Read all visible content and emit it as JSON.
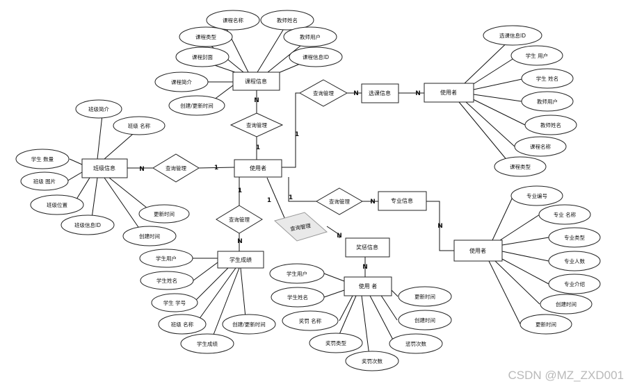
{
  "entities": {
    "course": "课程信息",
    "class": "班级信息",
    "user_center": "使用者",
    "grade": "学生成绩",
    "selection": "选课信息",
    "user_selection": "使用者",
    "major": "专业信息",
    "user_major": "使用者",
    "award": "奖惩信息",
    "user_award": "使用 者"
  },
  "relationships": {
    "course_query": "查询管理",
    "class_query": "查询管理",
    "grade_query": "查询管理",
    "selection_query": "查询管理",
    "major_query": "查询管理",
    "award_query": "查询管理"
  },
  "attributes": {
    "course": [
      "课程名称",
      "教师姓名",
      "课程类型",
      "教师用户",
      "课程封面",
      "课程信息ID",
      "课程简介",
      "创建/更新时间"
    ],
    "class": [
      "班级简介",
      "班级 名称",
      "学生 数量",
      "班级 图片",
      "班级位置",
      "更新时间",
      "班级信息ID",
      "创建时间"
    ],
    "grade": [
      "学生用户",
      "学生姓名",
      "学生 学号",
      "班级 名称",
      "创建/更新时间",
      "学生成绩"
    ],
    "selection_user": [
      "选课信息ID",
      "学生 用户",
      "学生 姓名",
      "教师用户",
      "教师姓名",
      "课程名称",
      "课程类型"
    ],
    "major_user": [
      "专业编号",
      "专业 名称",
      "专业类型",
      "专业人数",
      "专业介绍",
      "创建时间",
      "更新时间"
    ],
    "award_user": [
      "学生用户",
      "学生姓名",
      "奖罚 名称",
      "奖罚类型",
      "奖罚次数",
      "惩罚次数",
      "更新时间",
      "创建时间"
    ]
  },
  "cardinality": {
    "one": "1",
    "many": "N"
  },
  "watermark": "CSDN @MZ_ZXD001"
}
